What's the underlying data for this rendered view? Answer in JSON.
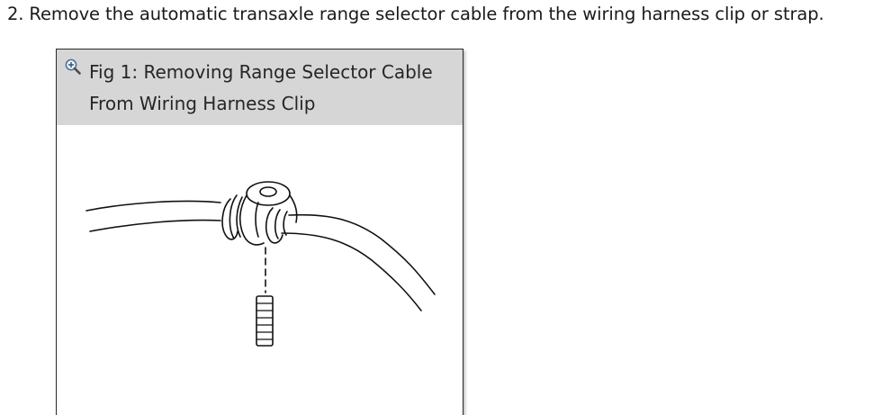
{
  "step": {
    "number": "2.",
    "text": "Remove the automatic transaxle range selector cable from the wiring harness clip or strap."
  },
  "figure": {
    "title": "Fig 1: Removing Range Selector Cable From Wiring Harness Clip",
    "zoom_icon": "zoom-in-icon"
  }
}
